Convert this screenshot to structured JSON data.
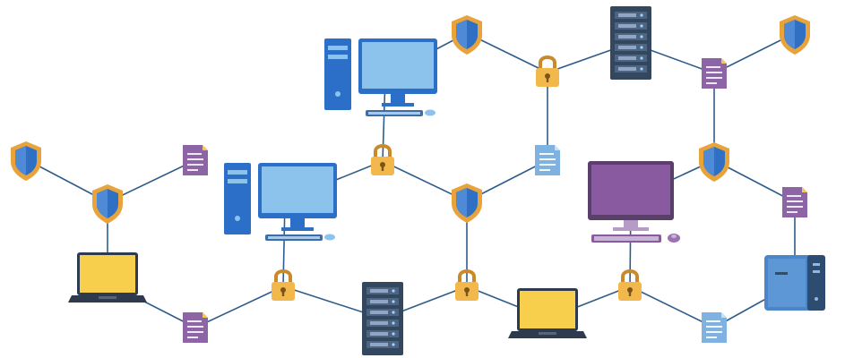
{
  "diagram": {
    "kind": "network-security-illustration",
    "colors": {
      "line": "#2f5d8a",
      "shield_fill": "#2f6fc4",
      "shield_border": "#e8a33a",
      "lock_body": "#f2b84b",
      "lock_shackle": "#c98a2c",
      "desktop_blue": "#2c6fc9",
      "desktop_screen": "#8cc3ec",
      "desktop_purple": "#8a5aa0",
      "laptop_screen": "#f7cf4d",
      "laptop_base": "#2e3b4e",
      "server_body": "#33475f",
      "server_slot": "#6f88a8",
      "doc_purple": "#8d65a6",
      "doc_blue": "#7fb2e0",
      "nas_body": "#4a86c9"
    },
    "nodes": [
      {
        "id": "shield-1",
        "type": "shield"
      },
      {
        "id": "shield-2",
        "type": "shield"
      },
      {
        "id": "shield-3",
        "type": "shield"
      },
      {
        "id": "shield-4",
        "type": "shield"
      },
      {
        "id": "shield-5",
        "type": "shield"
      },
      {
        "id": "shield-6",
        "type": "shield"
      },
      {
        "id": "lock-1",
        "type": "lock"
      },
      {
        "id": "lock-2",
        "type": "lock"
      },
      {
        "id": "lock-3",
        "type": "lock"
      },
      {
        "id": "lock-4",
        "type": "lock"
      },
      {
        "id": "lock-5",
        "type": "lock"
      },
      {
        "id": "desktop-top",
        "type": "desktop-blue"
      },
      {
        "id": "desktop-mid",
        "type": "desktop-blue"
      },
      {
        "id": "desktop-purple",
        "type": "desktop-purple"
      },
      {
        "id": "server-top",
        "type": "server"
      },
      {
        "id": "server-bottom",
        "type": "server"
      },
      {
        "id": "laptop-left",
        "type": "laptop"
      },
      {
        "id": "laptop-center",
        "type": "laptop"
      },
      {
        "id": "nas-right",
        "type": "nas"
      },
      {
        "id": "doc-1",
        "type": "doc-purple"
      },
      {
        "id": "doc-2",
        "type": "doc-blue"
      },
      {
        "id": "doc-3",
        "type": "doc-purple"
      },
      {
        "id": "doc-4",
        "type": "doc-purple"
      },
      {
        "id": "doc-5",
        "type": "doc-purple"
      },
      {
        "id": "doc-6",
        "type": "doc-blue"
      }
    ],
    "edges": [
      [
        "shield-1",
        "shield-2"
      ],
      [
        "shield-2",
        "doc-1"
      ],
      [
        "shield-2",
        "laptop-left"
      ],
      [
        "laptop-left",
        "doc-3"
      ],
      [
        "doc-3",
        "lock-3"
      ],
      [
        "lock-3",
        "desktop-mid"
      ],
      [
        "lock-3",
        "server-bottom"
      ],
      [
        "server-bottom",
        "lock-4"
      ],
      [
        "lock-4",
        "shield-4"
      ],
      [
        "lock-4",
        "laptop-center"
      ],
      [
        "laptop-center",
        "lock-5"
      ],
      [
        "lock-5",
        "desktop-purple"
      ],
      [
        "lock-5",
        "doc-6"
      ],
      [
        "doc-6",
        "nas-right"
      ],
      [
        "nas-right",
        "doc-5"
      ],
      [
        "doc-5",
        "shield-5"
      ],
      [
        "shield-5",
        "desktop-purple"
      ],
      [
        "shield-5",
        "doc-4"
      ],
      [
        "doc-4",
        "shield-6"
      ],
      [
        "doc-4",
        "server-top"
      ],
      [
        "server-top",
        "lock-2"
      ],
      [
        "lock-2",
        "shield-3"
      ],
      [
        "lock-2",
        "doc-2"
      ],
      [
        "doc-2",
        "shield-4"
      ],
      [
        "shield-3",
        "desktop-top"
      ],
      [
        "desktop-top",
        "lock-1"
      ],
      [
        "lock-1",
        "desktop-mid"
      ],
      [
        "lock-1",
        "shield-4"
      ]
    ]
  }
}
